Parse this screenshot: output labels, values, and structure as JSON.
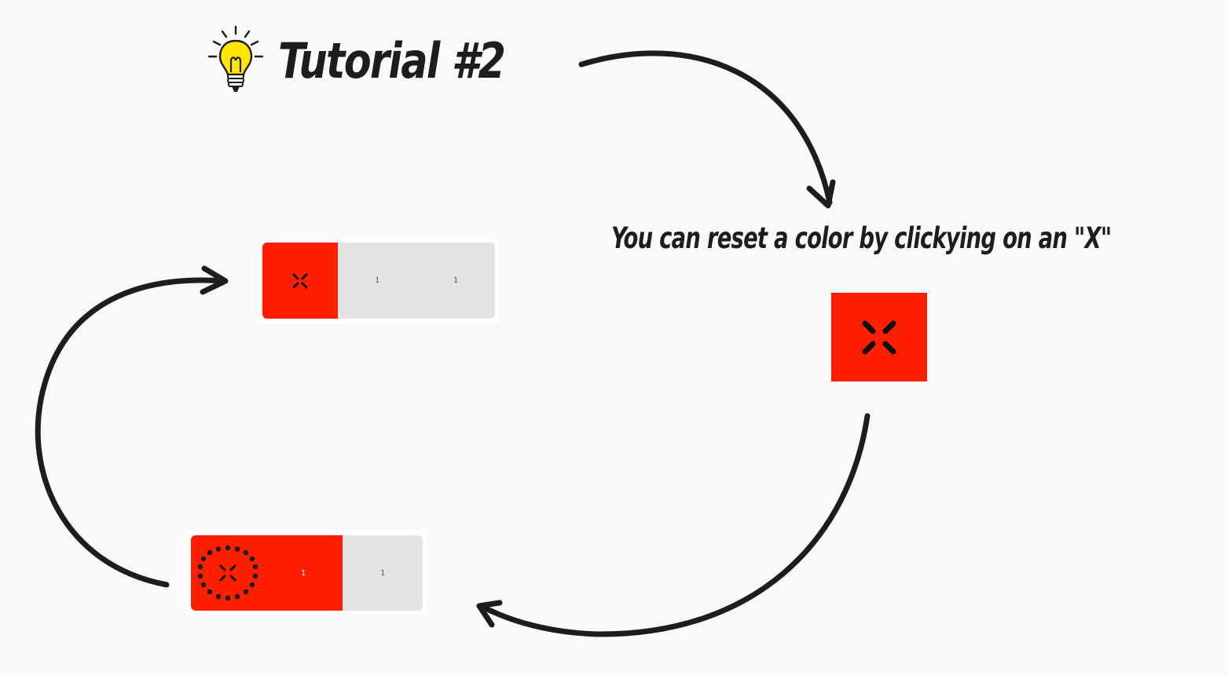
{
  "title": "Tutorial #2",
  "caption": "You can reset a color by clickying on an \"X\"",
  "colors": {
    "accent_red": "#ff1f00",
    "neutral_gray": "#e3e3e3",
    "ink": "#1d1d1d",
    "bulb_yellow": "#ffe600"
  },
  "icons": {
    "title": "lightbulb-icon",
    "reset": "reset-x-icon"
  },
  "top_bar": {
    "segments": [
      {
        "kind": "reset",
        "color": "#ff1f00"
      },
      {
        "kind": "count",
        "value": "1",
        "color": "#e3e3e3"
      },
      {
        "kind": "count",
        "value": "1",
        "color": "#e3e3e3"
      }
    ]
  },
  "bottom_bar": {
    "segments": [
      {
        "kind": "reset",
        "color": "#ff1f00",
        "highlighted": true
      },
      {
        "kind": "count",
        "value": "1",
        "color": "#ff1f00"
      },
      {
        "kind": "count",
        "value": "1",
        "color": "#e3e3e3"
      }
    ]
  }
}
